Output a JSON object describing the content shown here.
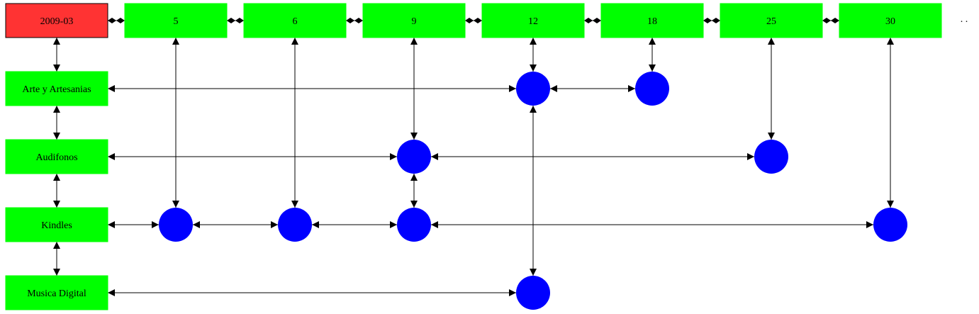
{
  "diagram": {
    "root": {
      "id": "root",
      "label": "2009-03",
      "color": "#ff3333"
    },
    "days": [
      {
        "id": "d5",
        "label": "5"
      },
      {
        "id": "d6",
        "label": "6"
      },
      {
        "id": "d9",
        "label": "9"
      },
      {
        "id": "d12",
        "label": "12"
      },
      {
        "id": "d18",
        "label": "18"
      },
      {
        "id": "d25",
        "label": "25"
      },
      {
        "id": "d30",
        "label": "30"
      }
    ],
    "categories": [
      {
        "id": "c_arte",
        "label": "Arte y Artesanias"
      },
      {
        "id": "c_aud",
        "label": "Audifonos"
      },
      {
        "id": "c_kin",
        "label": "Kindles"
      },
      {
        "id": "c_mus",
        "label": "Musica Digital"
      }
    ],
    "events": [
      {
        "id": "e_arte_12",
        "category": "c_arte",
        "day": "d12"
      },
      {
        "id": "e_arte_18",
        "category": "c_arte",
        "day": "d18"
      },
      {
        "id": "e_aud_9",
        "category": "c_aud",
        "day": "d9"
      },
      {
        "id": "e_aud_25",
        "category": "c_aud",
        "day": "d25"
      },
      {
        "id": "e_kin_5",
        "category": "c_kin",
        "day": "d5"
      },
      {
        "id": "e_kin_6",
        "category": "c_kin",
        "day": "d6"
      },
      {
        "id": "e_kin_9",
        "category": "c_kin",
        "day": "d9"
      },
      {
        "id": "e_kin_30",
        "category": "c_kin",
        "day": "d30"
      },
      {
        "id": "e_mus_12",
        "category": "c_mus",
        "day": "d12"
      }
    ],
    "colors": {
      "box": "#00ff00",
      "event": "#0000ff",
      "edge": "#000000"
    }
  }
}
